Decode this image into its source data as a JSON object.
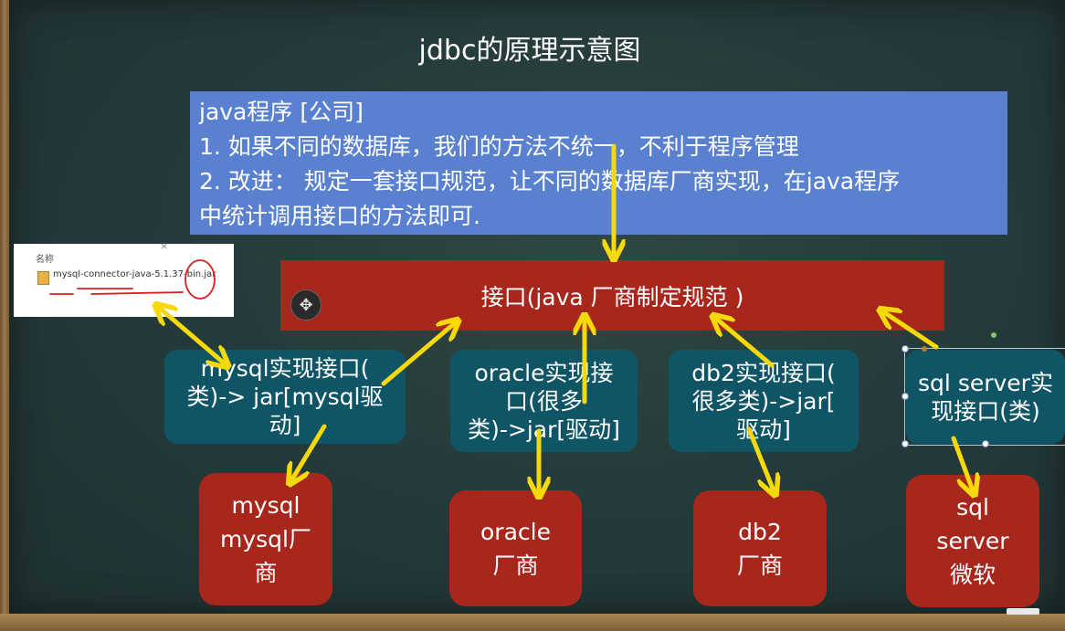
{
  "title": "jdbc的原理示意图",
  "java_box": {
    "lines": [
      "java程序 [公司]",
      "1. 如果不同的数据库，我们的方法不统一，不利于程序管理",
      "2. 改进： 规定一套接口规范，让不同的数据库厂商实现，在java程序",
      "中统计调用接口的方法即可."
    ]
  },
  "interface": {
    "label": "接口(java 厂商制定规范 )"
  },
  "file_dialog": {
    "header": "名称",
    "close": "×",
    "file_name": "mysql-connector-java-5.1.37-bin.jar"
  },
  "implementations": [
    {
      "lines": [
        "mysql实现接口(",
        "类)-> jar[mysql驱",
        "动]"
      ]
    },
    {
      "lines": [
        "oracle实现接",
        "口(很多",
        "类)->jar[驱动]"
      ]
    },
    {
      "lines": [
        "db2实现接口(",
        "很多类)->jar[",
        "驱动]"
      ]
    },
    {
      "lines": [
        "sql server实",
        "现接口(类)"
      ]
    }
  ],
  "vendors": [
    {
      "lines": [
        "mysql",
        "mysql厂",
        "商"
      ]
    },
    {
      "lines": [
        "oracle",
        "厂商"
      ]
    },
    {
      "lines": [
        "db2",
        "厂商"
      ]
    },
    {
      "lines": [
        "sql",
        "server",
        "微软"
      ]
    }
  ],
  "colors": {
    "board": "#24393a",
    "java_box": "#5a80d0",
    "interface_bar": "#a8271c",
    "impl_box": "#0f5566",
    "vendor_box": "#a8271c",
    "arrow": "#f5d90a",
    "annotation_red": "#d91f1f"
  },
  "icons": {
    "move": "move-cross-icon",
    "file": "jar-file-icon"
  }
}
